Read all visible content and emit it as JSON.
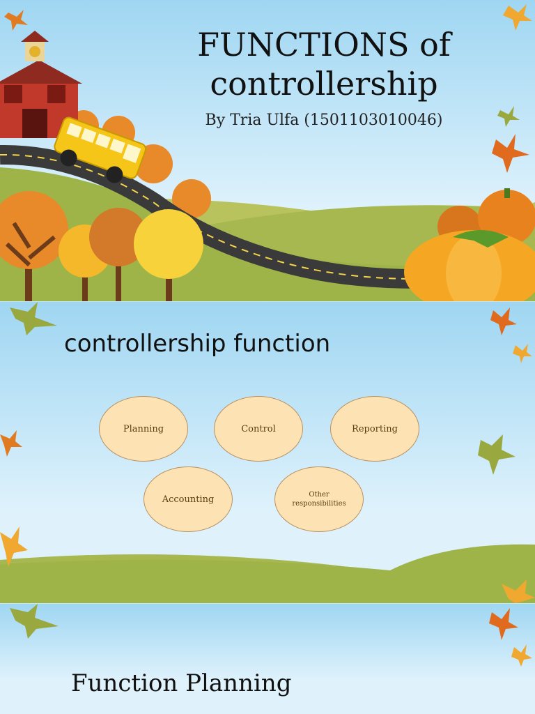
{
  "slide1": {
    "title_line1": "FUNCTIONS of",
    "title_line2": "controllership",
    "byline": "By Tria Ulfa (1501103010046)"
  },
  "slide2": {
    "heading": "controllership function",
    "nodes": [
      {
        "label": "Planning"
      },
      {
        "label": "Control"
      },
      {
        "label": "Reporting"
      },
      {
        "label": "Accounting"
      },
      {
        "label": "Other responsibilities"
      }
    ]
  },
  "slide3": {
    "heading": "Function Planning"
  },
  "colors": {
    "sky_top": "#9fd6f2",
    "hill_green": "#a8b850",
    "oval_fill": "#fde3b3",
    "oval_border": "#b89060",
    "oval_text": "#5a3d10",
    "road": "#3a3a3a",
    "bus": "#f5c518",
    "pumpkin": "#f0a020",
    "school": "#c0392b"
  },
  "icons": [
    "school-house-icon",
    "school-bus-icon",
    "autumn-tree-icon",
    "pumpkin-icon",
    "maple-leaf-icon"
  ]
}
